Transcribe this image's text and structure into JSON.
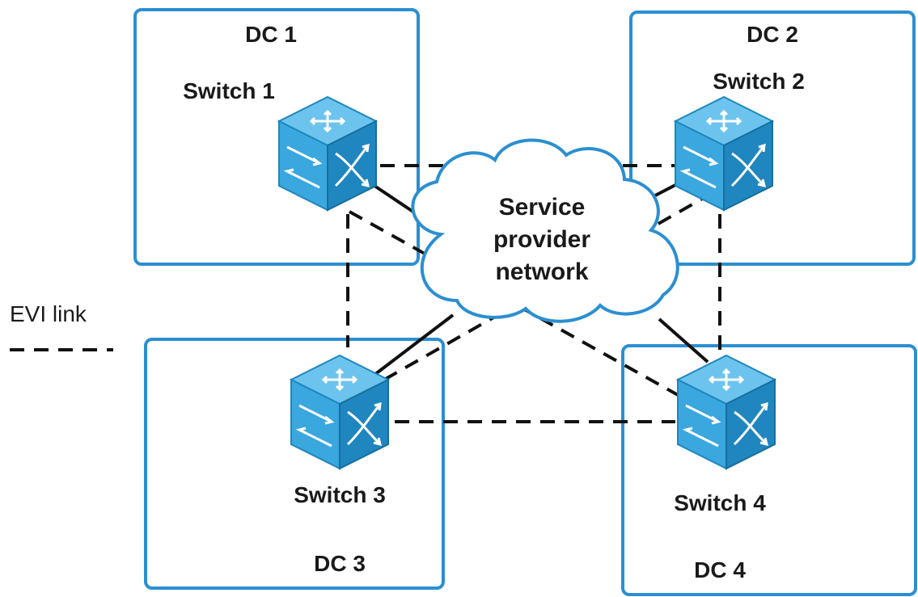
{
  "datacenters": [
    {
      "label": "DC 1",
      "switch_label": "Switch 1"
    },
    {
      "label": "DC 2",
      "switch_label": "Switch 2"
    },
    {
      "label": "DC 3",
      "switch_label": "Switch 3"
    },
    {
      "label": "DC 4",
      "switch_label": "Switch 4"
    }
  ],
  "cloud": {
    "lines": [
      "Service",
      "provider",
      "network"
    ]
  },
  "legend": {
    "label": "EVI link"
  },
  "colors": {
    "box_border": "#2b8fd1",
    "switch_face": "#3aa7de",
    "switch_top": "#6cc4ee",
    "switch_side": "#1f86bf",
    "link": "#111111"
  }
}
